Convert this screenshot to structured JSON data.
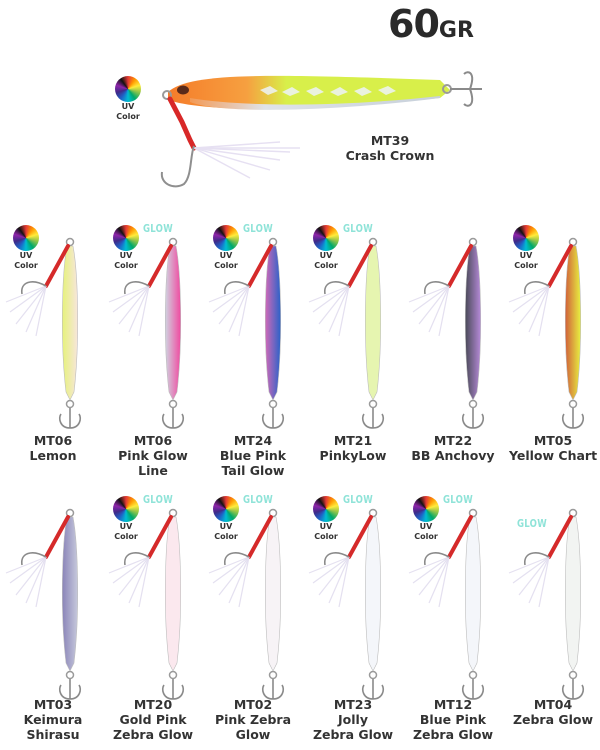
{
  "header": {
    "weight_value": "60",
    "weight_unit": "GR"
  },
  "badges": {
    "uv_line1": "UV",
    "uv_line2": "Color",
    "glow": "GLOW"
  },
  "featured": {
    "code": "MT39",
    "name_lines": [
      "Crash Crown"
    ],
    "uv_color": true,
    "glow": false,
    "colors": {
      "head": "#f57c2a",
      "back": "#d8ef4a",
      "belly": "#c9ced6"
    }
  },
  "rows": [
    {
      "items": [
        {
          "code": "MT06",
          "name_lines": [
            "Lemon"
          ],
          "uv_color": true,
          "glow": false,
          "pattern": "solid",
          "colors": [
            "#f7e6dc",
            "#e6f27a"
          ]
        },
        {
          "code": "MT06",
          "name_lines": [
            "Pink Glow",
            "Line"
          ],
          "uv_color": true,
          "glow": true,
          "pattern": "solid",
          "colors": [
            "#f04aa0",
            "#cfd3e0"
          ]
        },
        {
          "code": "MT24",
          "name_lines": [
            "Blue Pink",
            "Tail Glow"
          ],
          "uv_color": true,
          "glow": true,
          "pattern": "solid",
          "colors": [
            "#2a62c8",
            "#d06ab8"
          ]
        },
        {
          "code": "MT21",
          "name_lines": [
            "PinkyLow"
          ],
          "uv_color": true,
          "glow": true,
          "pattern": "stripes",
          "colors": [
            "#e6f5b0",
            "#f0506e"
          ]
        },
        {
          "code": "MT22",
          "name_lines": [
            "BB Anchovy"
          ],
          "uv_color": false,
          "glow": false,
          "pattern": "solid",
          "colors": [
            "#b58ad8",
            "#4a4a58"
          ]
        },
        {
          "code": "MT05",
          "name_lines": [
            "Yellow Chart"
          ],
          "uv_color": true,
          "glow": false,
          "pattern": "solid",
          "colors": [
            "#e8f040",
            "#d0603a"
          ]
        }
      ]
    },
    {
      "items": [
        {
          "code": "MT03",
          "name_lines": [
            "Keimura",
            "Shirasu"
          ],
          "uv_color": false,
          "glow": false,
          "pattern": "solid",
          "colors": [
            "#c7c9dc",
            "#8a84b8"
          ]
        },
        {
          "code": "MT20",
          "name_lines": [
            "Gold Pink",
            "Zebra Glow"
          ],
          "uv_color": true,
          "glow": true,
          "pattern": "stripes",
          "colors": [
            "#fbe8ee",
            "#e0a020"
          ]
        },
        {
          "code": "MT02",
          "name_lines": [
            "Pink Zebra",
            "Glow"
          ],
          "uv_color": true,
          "glow": true,
          "pattern": "stripes",
          "colors": [
            "#f7f3f6",
            "#e03c8c"
          ]
        },
        {
          "code": "MT23",
          "name_lines": [
            "Jolly",
            "Zebra Glow"
          ],
          "uv_color": true,
          "glow": true,
          "pattern": "stripes",
          "colors": [
            "#f4f6fa",
            "#2f6fd0"
          ]
        },
        {
          "code": "MT12",
          "name_lines": [
            "Blue Pink",
            "Zebra Glow"
          ],
          "uv_color": true,
          "glow": true,
          "pattern": "stripes",
          "colors": [
            "#f4f6fa",
            "#3a7ad8"
          ]
        },
        {
          "code": "MT04",
          "name_lines": [
            "Zebra Glow"
          ],
          "uv_color": false,
          "glow": true,
          "pattern": "stripes",
          "colors": [
            "#f2f4f2",
            "#7a9aa0"
          ]
        }
      ]
    }
  ]
}
